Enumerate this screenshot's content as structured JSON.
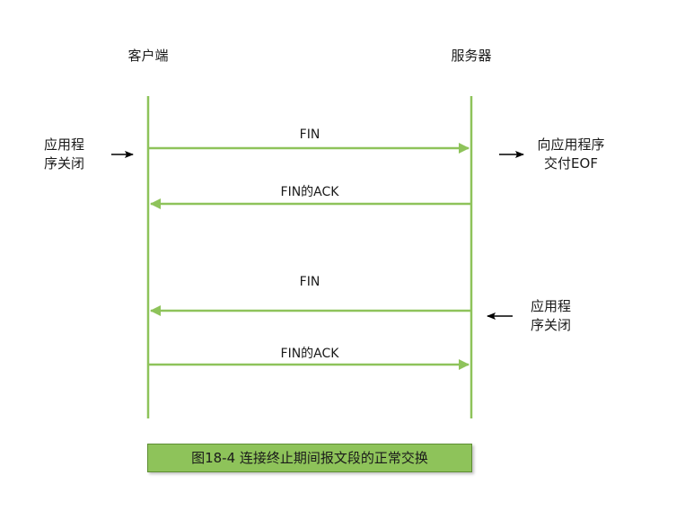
{
  "participants": {
    "client": "客户端",
    "server": "服务器"
  },
  "side_notes": {
    "client_close": [
      "应用程",
      "序关闭"
    ],
    "server_eof": [
      "向应用程序",
      "交付EOF"
    ],
    "server_close": [
      "应用程",
      "序关闭"
    ]
  },
  "messages": [
    {
      "label": "FIN",
      "direction": "client-to-server"
    },
    {
      "label": "FIN的ACK",
      "direction": "server-to-client"
    },
    {
      "label": "FIN",
      "direction": "server-to-client"
    },
    {
      "label": "FIN的ACK",
      "direction": "client-to-server"
    }
  ],
  "caption": "图18-4 连接终止期间报文段的正常交换",
  "colors": {
    "line": "#8ec35a",
    "caption_bg": "#8ec35a",
    "note_arrow": "#000000"
  }
}
